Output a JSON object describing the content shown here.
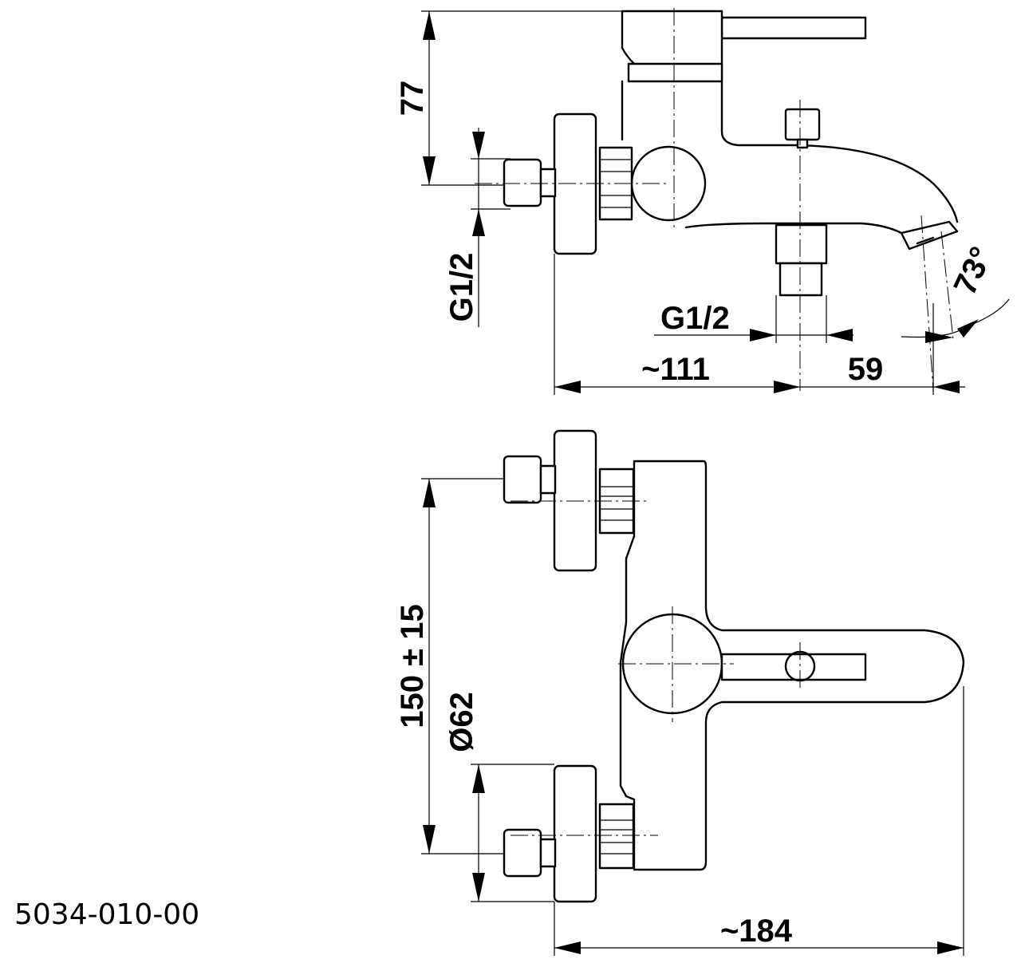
{
  "dimensions": {
    "height_77": "77",
    "thread_side": "G1/2",
    "thread_bottom": "G1/2",
    "depth_111": "~111",
    "spout_59": "59",
    "angle_73": "73°",
    "spacing_150": "150 ± 15",
    "diameter_62": "Ø62",
    "width_184": "~184"
  },
  "product_code": "5034-010-00"
}
